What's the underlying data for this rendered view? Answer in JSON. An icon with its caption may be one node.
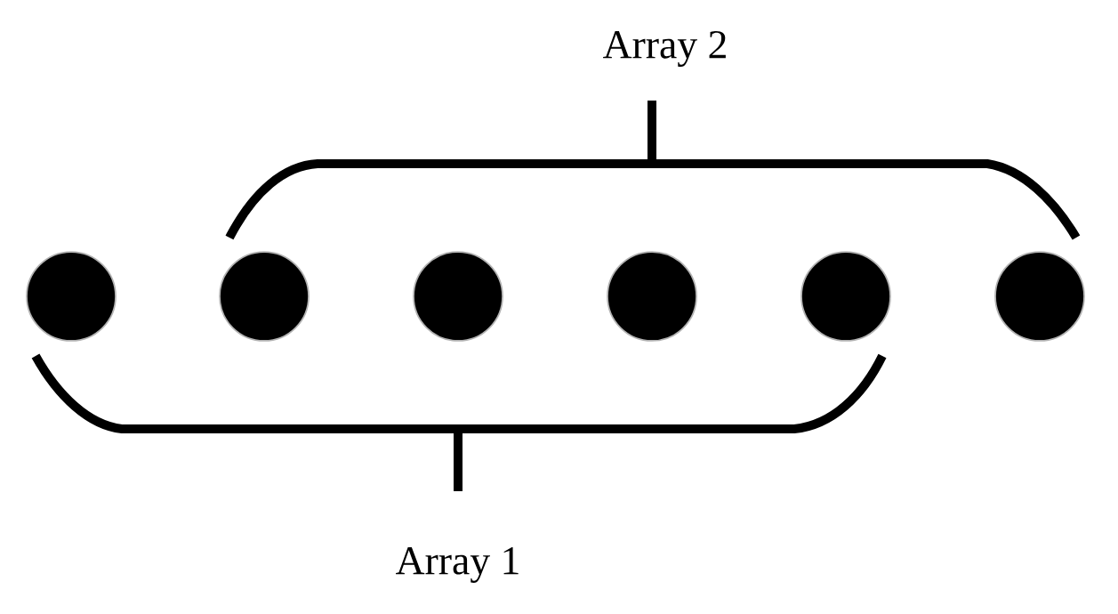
{
  "diagram": {
    "nodes": [
      {
        "text": [],
        "shape": "circle"
      },
      {
        "text": [],
        "shape": "circle"
      },
      {
        "text": [],
        "shape": "circle"
      },
      {
        "text": [],
        "shape": "circle"
      },
      {
        "text": [],
        "shape": "circle"
      },
      {
        "text": [],
        "shape": "circle"
      }
    ],
    "labels": [
      "Array 2",
      "Array 1"
    ]
  }
}
